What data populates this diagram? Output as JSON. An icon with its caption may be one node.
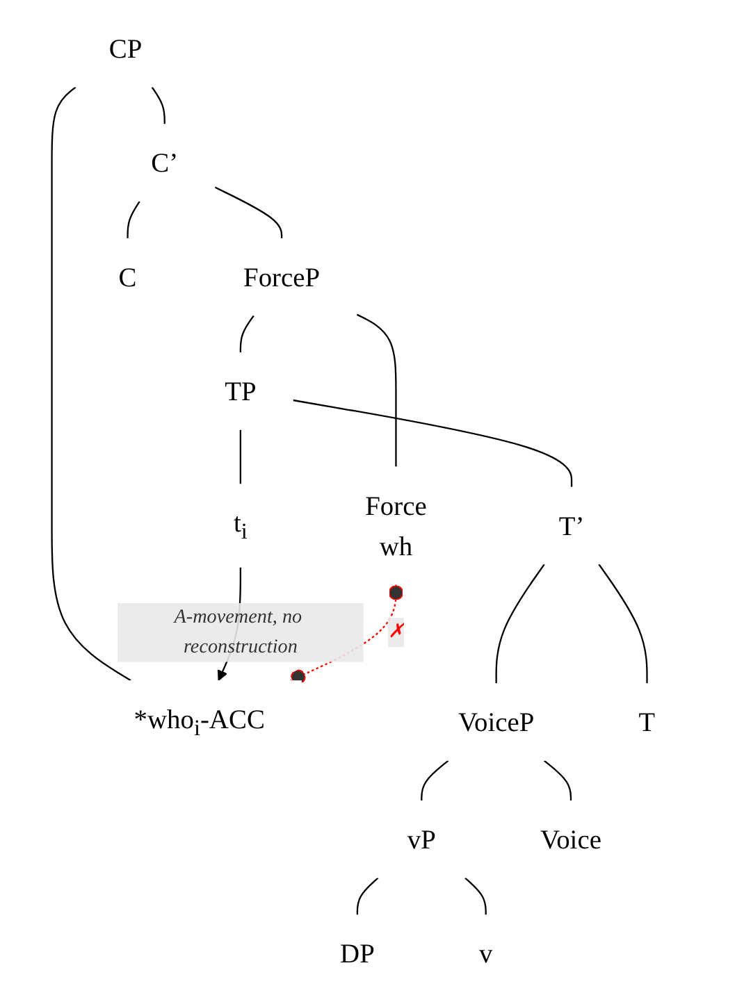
{
  "diagram": {
    "nodes": [
      {
        "text": [
          "CP"
        ]
      },
      {
        "text": [
          "*who$_{i}$-ACC"
        ]
      },
      {
        "text": [
          "C’"
        ]
      },
      {
        "text": [
          "ForceP"
        ]
      },
      {
        "text": [
          "C"
        ]
      },
      {
        "text": [
          "TP"
        ]
      },
      {
        "text": [
          "Force",
          "wh"
        ]
      },
      {
        "text": [
          "t$_{i}$"
        ]
      },
      {
        "text": [
          "T’"
        ]
      },
      {
        "text": [
          "VoiceP"
        ]
      },
      {
        "text": [
          "T"
        ]
      },
      {
        "text": [
          "vP"
        ]
      },
      {
        "text": [
          "Voice"
        ]
      },
      {
        "text": [
          "DP"
        ]
      },
      {
        "text": [
          "v"
        ]
      }
    ],
    "edges": [
      {
        "from": 0,
        "to": 1,
        "arrow": "none"
      },
      {
        "from": 0,
        "to": 2,
        "arrow": "none"
      },
      {
        "from": 2,
        "to": 3,
        "arrow": "none"
      },
      {
        "from": 2,
        "to": 4,
        "arrow": "none"
      },
      {
        "from": 3,
        "to": 5,
        "arrow": "none"
      },
      {
        "from": 3,
        "to": 6,
        "arrow": "none"
      },
      {
        "from": 5,
        "to": 7,
        "arrow": "none"
      },
      {
        "from": 5,
        "to": 8,
        "arrow": "none"
      },
      {
        "from": 8,
        "to": 9,
        "arrow": "none"
      },
      {
        "from": 8,
        "to": 10,
        "arrow": "none"
      },
      {
        "from": 9,
        "to": 11,
        "arrow": "none"
      },
      {
        "from": 9,
        "to": 12,
        "arrow": "none"
      },
      {
        "from": 11,
        "to": 13,
        "arrow": "none"
      },
      {
        "from": 11,
        "to": 14,
        "arrow": "none"
      },
      {
        "from": 7,
        "to": 1,
        "arrow": "to",
        "label": "A-movement, no reconstruction"
      },
      {
        "from": 6,
        "to": 1,
        "arrow": "other",
        "label": "✗",
        "style": "dashed",
        "color": "#ff0000"
      }
    ]
  }
}
